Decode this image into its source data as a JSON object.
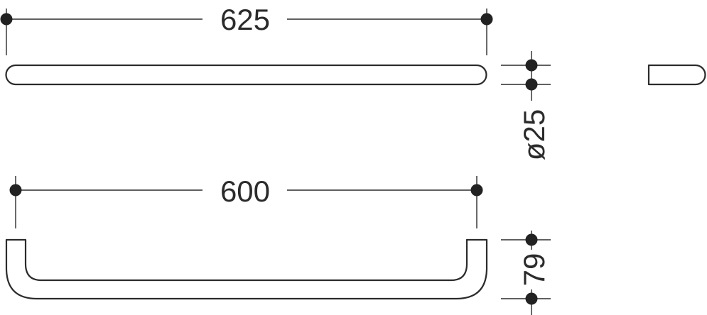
{
  "drawing": {
    "top_bar": {
      "length_label": "625"
    },
    "diameter": {
      "label": "ø25"
    },
    "bottom_bar": {
      "length_label": "600"
    },
    "depth": {
      "label": "79"
    }
  }
}
